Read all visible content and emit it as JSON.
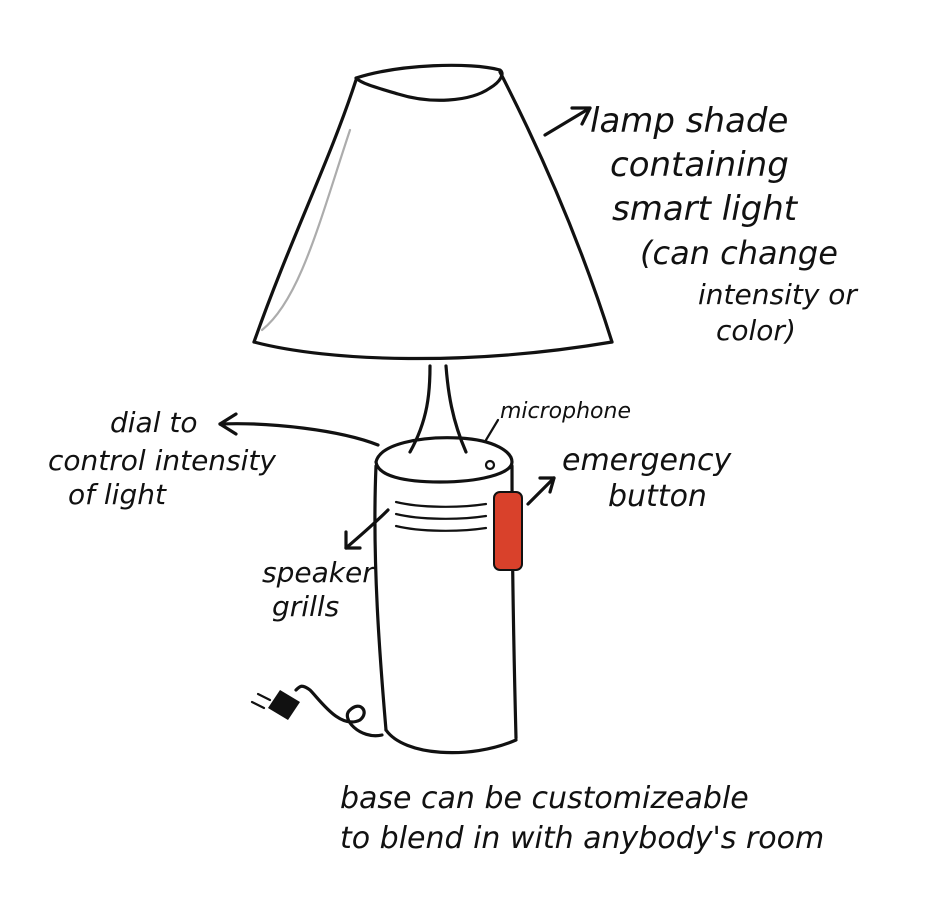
{
  "colors": {
    "ink": "#111111",
    "emergency_button": "#d9412b",
    "background": "#ffffff"
  },
  "labels": {
    "shade": [
      "lamp shade",
      "containing",
      "smart light",
      "(can change",
      "intensity or",
      "color)"
    ],
    "microphone": "microphone",
    "emergency": [
      "emergency",
      "button"
    ],
    "dial": [
      "dial to",
      "control intensity",
      "of light"
    ],
    "speaker": [
      "speaker",
      "grills"
    ],
    "base": [
      "base can be customizeable",
      "to blend in with anybody's room"
    ]
  },
  "icons": {
    "plug": "plug-icon",
    "cord": "power-cord"
  }
}
